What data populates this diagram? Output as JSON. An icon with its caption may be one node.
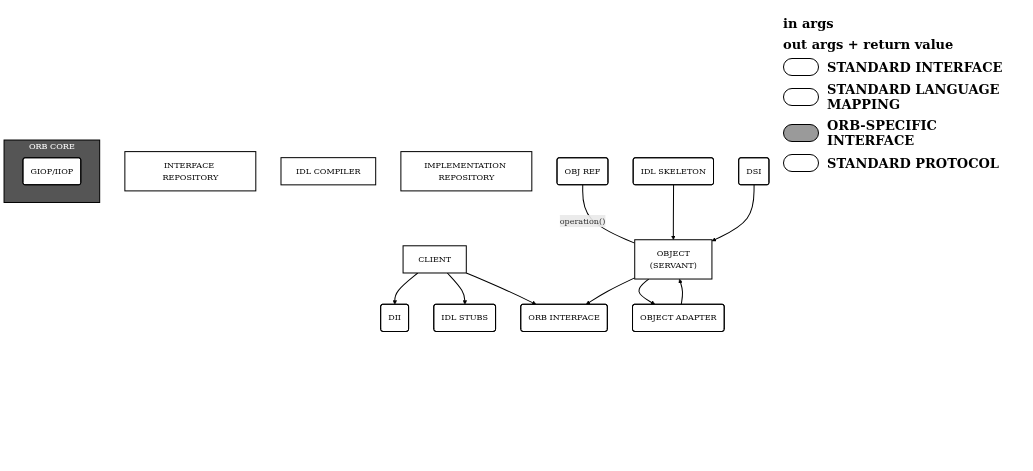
{
  "diagram": {
    "nodes": [
      {
        "text": [
          "INTERFACE REPOSITORY"
        ]
      },
      {
        "text": [
          "IDL COMPILER"
        ]
      },
      {
        "text": [
          "IMPLEMENTATION REPOSITORY"
        ]
      },
      {
        "text": [
          "CLIENT"
        ]
      },
      {
        "text": [
          "OBJ REF"
        ]
      },
      {
        "text": [
          "OBJECT",
          "(SERVANT)"
        ]
      },
      {
        "text": [
          "DII"
        ]
      },
      {
        "text": [
          "IDL STUBS"
        ]
      },
      {
        "text": [
          "ORB INTERFACE"
        ]
      },
      {
        "text": [
          "IDL SKELETON"
        ]
      },
      {
        "text": [
          "DSI"
        ]
      },
      {
        "text": [
          "OBJECT ADAPTER"
        ]
      },
      {
        "text": [
          "ORB CORE"
        ]
      },
      {
        "text": [
          "GIOP/IIOP"
        ],
        "in": 12
      }
    ],
    "edges": [
      {
        "from": 3,
        "to": 6,
        "arrow": "to"
      },
      {
        "from": 3,
        "to": 7,
        "arrow": "to"
      },
      {
        "from": 3,
        "to": 8,
        "arrow": "to"
      },
      {
        "from": 4,
        "to": 5,
        "arrow": "none",
        "label": "operation()"
      },
      {
        "from": 5,
        "to": 8,
        "arrow": "to"
      },
      {
        "from": 9,
        "to": 5,
        "arrow": "to"
      },
      {
        "from": 10,
        "to": 5,
        "arrow": "to"
      },
      {
        "from": 5,
        "to": 11,
        "arrow": "to"
      },
      {
        "from": 11,
        "to": 5,
        "arrow": "to"
      }
    ],
    "labels": [
      "in args",
      "out args + return value"
    ],
    "legend": [
      {
        "text": "STANDARD INTERFACE",
        "color": "#ffffff"
      },
      {
        "text": "STANDARD LANGUAGE MAPPING",
        "color": "#ffffff"
      },
      {
        "text": "ORB-SPECIFIC INTERFACE",
        "color": "#9a9a9a"
      },
      {
        "text": "STANDARD PROTOCOL",
        "color": "#ffffff"
      }
    ]
  }
}
